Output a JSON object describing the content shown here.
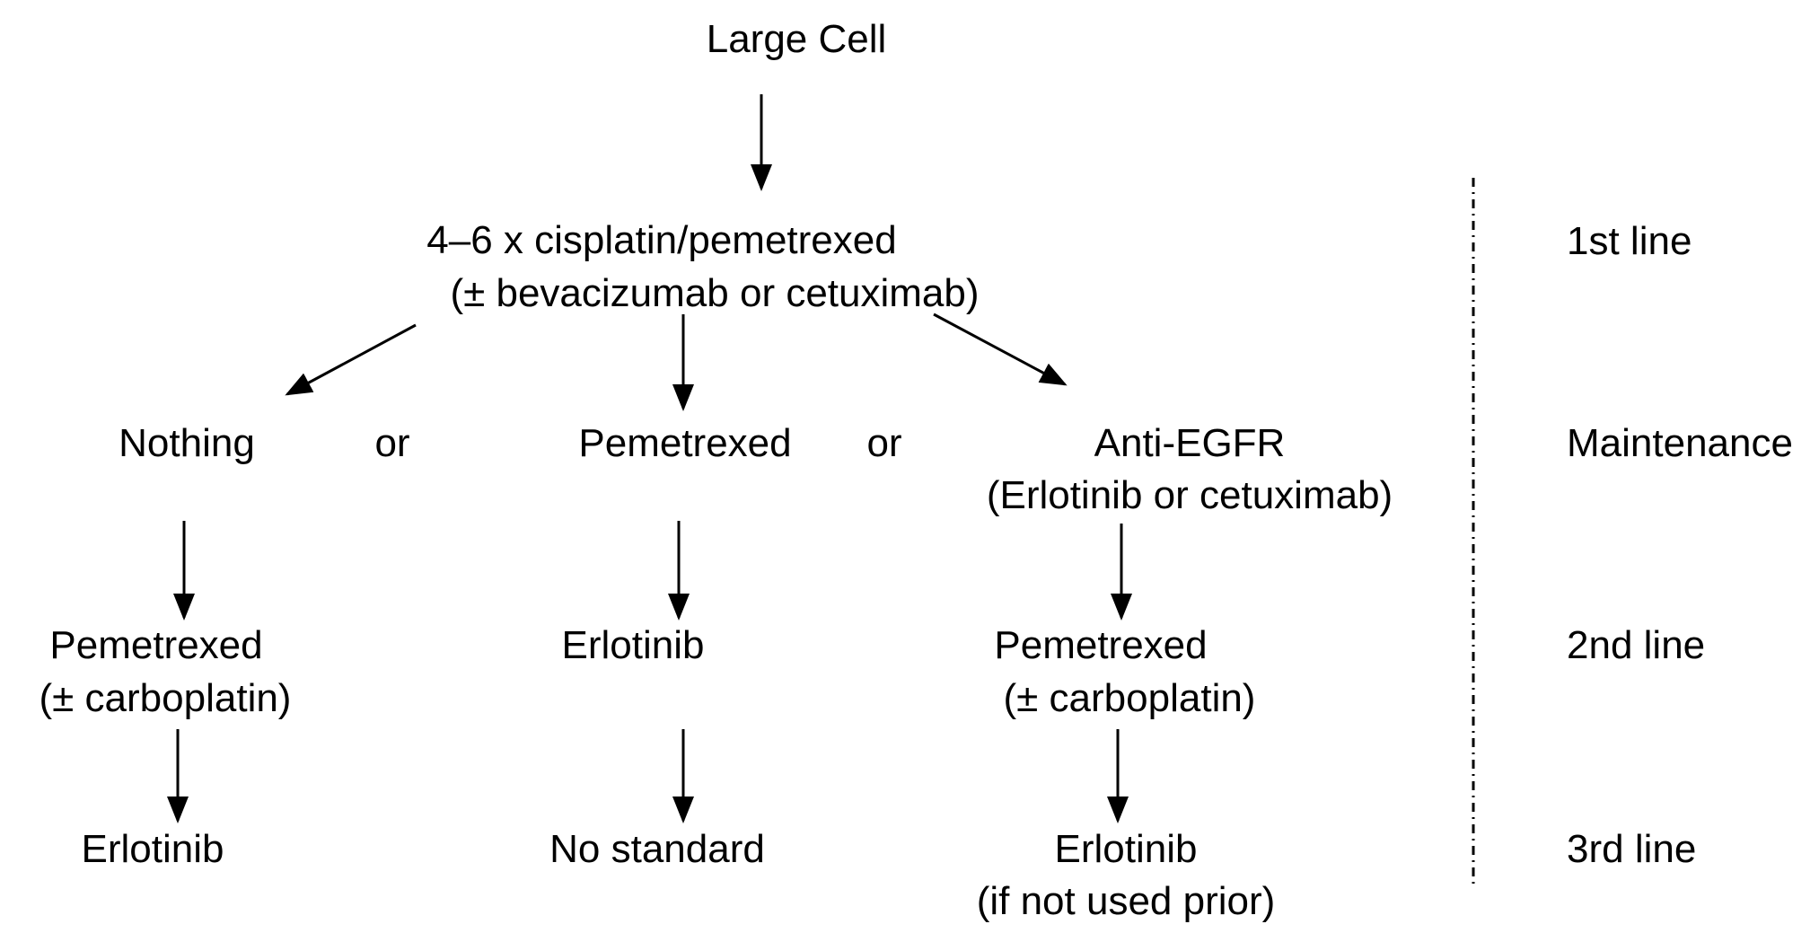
{
  "title": "Large Cell",
  "first_line": {
    "line1": "4–6 x cisplatin/pemetrexed",
    "line2": "(± bevacizumab or cetuximab)"
  },
  "maintenance": {
    "nothing": "Nothing",
    "or_left": "or",
    "pemetrexed": "Pemetrexed",
    "or_right": "or",
    "anti_egfr": "Anti-EGFR",
    "anti_egfr_detail": "(Erlotinib or cetuximab)"
  },
  "second_line": {
    "left": "Pemetrexed",
    "left_detail": "(± carboplatin)",
    "middle": "Erlotinib",
    "right": "Pemetrexed",
    "right_detail": "(± carboplatin)"
  },
  "third_line": {
    "left": "Erlotinib",
    "middle": "No standard",
    "right": "Erlotinib",
    "right_detail": "(if not used prior)"
  },
  "stages": {
    "first": "1st line",
    "maintenance": "Maintenance",
    "second": "2nd line",
    "third": "3rd line"
  }
}
